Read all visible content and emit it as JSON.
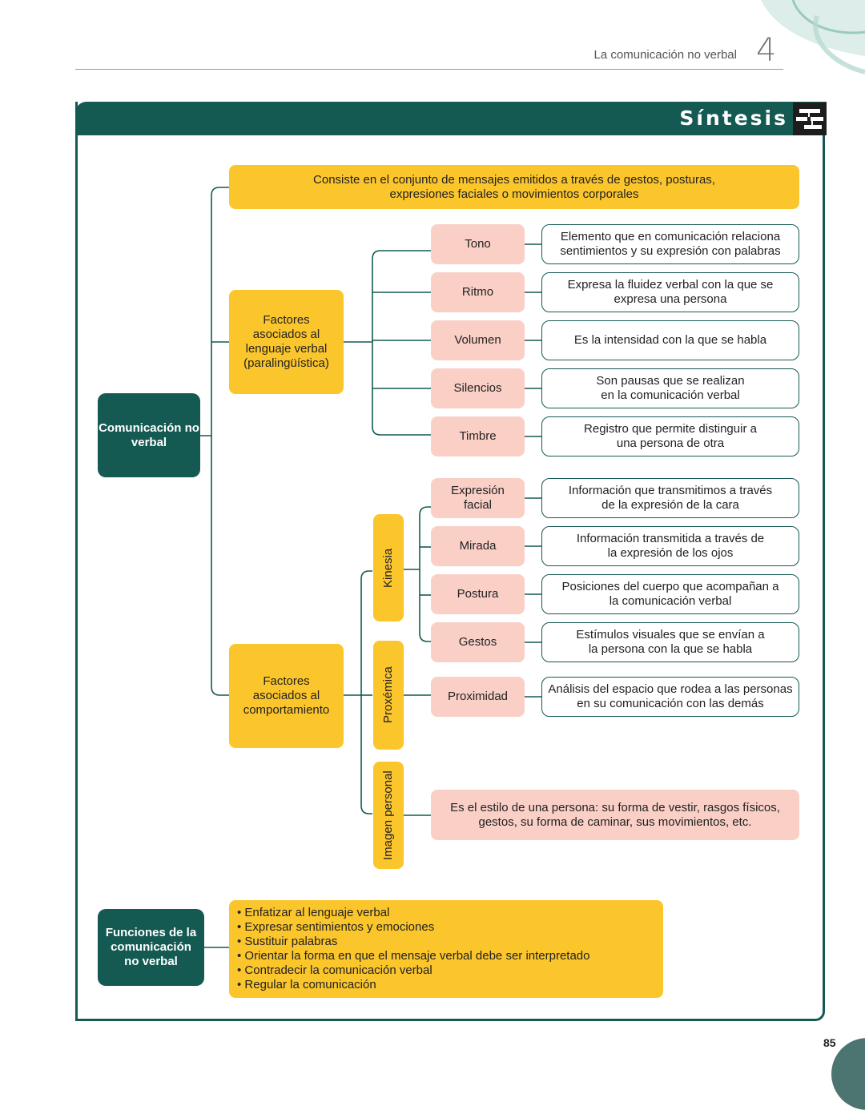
{
  "header": {
    "chapter_title": "La comunicación no verbal",
    "chapter_number": "4"
  },
  "banner": {
    "title": "Síntesis",
    "icon": "diagram-icon"
  },
  "root": {
    "label": "Comunicación no verbal"
  },
  "definition": "Consiste en el conjunto de mensajes emitidos a través de gestos, posturas, expresiones faciales o movimientos corporales",
  "paralinguistic": {
    "label": "Factores asociados al lenguaje verbal (paralingüística)",
    "items": [
      {
        "term": "Tono",
        "desc": "Elemento que en comunicación relaciona sentimientos y su expresión con palabras"
      },
      {
        "term": "Ritmo",
        "desc": "Expresa la fluidez verbal con la que se expresa una persona"
      },
      {
        "term": "Volumen",
        "desc": "Es la intensidad con la que se habla"
      },
      {
        "term": "Silencios",
        "desc": "Son pausas que se realizan en la comunicación verbal"
      },
      {
        "term": "Timbre",
        "desc": "Registro que permite distinguir a una persona de otra"
      }
    ]
  },
  "behaviour": {
    "label": "Factores asociados al comportamiento",
    "kinesia": {
      "label": "Kinesia",
      "items": [
        {
          "term": "Expresión facial",
          "desc": "Información que transmitimos a través de la expresión de la cara"
        },
        {
          "term": "Mirada",
          "desc": "Información transmitida a través de la expresión de los ojos"
        },
        {
          "term": "Postura",
          "desc": "Posiciones del cuerpo que acompañan a la comunicación verbal"
        },
        {
          "term": "Gestos",
          "desc": "Estímulos visuales que se envían a la persona con la que se habla"
        }
      ]
    },
    "proxemica": {
      "label": "Proxémica",
      "term": "Proximidad",
      "desc": "Análisis del espacio que rodea a las personas en su comunicación con las demás"
    },
    "imagen": {
      "label": "Imagen personal",
      "desc": "Es el estilo de una persona: su forma de vestir, rasgos físicos, gestos, su forma de caminar, sus movimientos, etc."
    }
  },
  "functions": {
    "label": "Funciones de la comunicación no verbal",
    "items": [
      "Enfatizar al lenguaje verbal",
      "Expresar sentimientos y emociones",
      "Sustituir palabras",
      "Orientar la forma en que el mensaje verbal debe ser interpretado",
      "Contradecir la comunicación verbal",
      "Regular la comunicación"
    ]
  },
  "page_number": "85",
  "colors": {
    "teal": "#145a52",
    "yellow": "#fbc52c",
    "pink": "#f9cfc6"
  }
}
